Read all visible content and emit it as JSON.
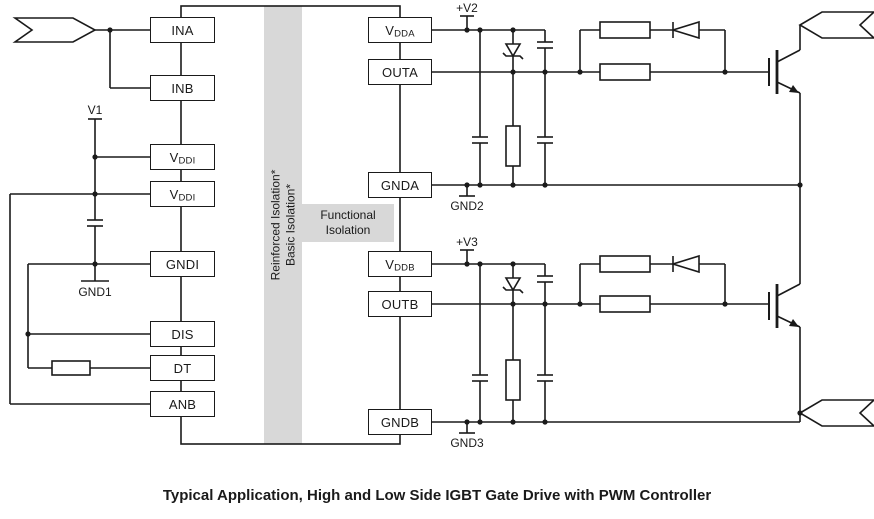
{
  "diagram": {
    "caption": "Typical Application, High and Low Side IGBT Gate Drive with PWM Controller",
    "isolation": {
      "line1": "Reinforced Isolation*",
      "line2": "Basic Isolation*"
    },
    "functional_isolation": {
      "line1": "Functional",
      "line2": "Isolation"
    },
    "left_pins": [
      {
        "id": "INA",
        "main": "INA",
        "sub": ""
      },
      {
        "id": "INB",
        "main": "INB",
        "sub": ""
      },
      {
        "id": "VDDI",
        "main": "V",
        "sub": "DDI"
      },
      {
        "id": "VDDI",
        "main": "V",
        "sub": "DDI"
      },
      {
        "id": "GNDI",
        "main": "GNDI",
        "sub": ""
      },
      {
        "id": "DIS",
        "main": "DIS",
        "sub": ""
      },
      {
        "id": "DT",
        "main": "DT",
        "sub": ""
      },
      {
        "id": "ANB",
        "main": "ANB",
        "sub": ""
      }
    ],
    "right_pins": [
      {
        "id": "VDDA",
        "main": "V",
        "sub": "DDA"
      },
      {
        "id": "OUTA",
        "main": "OUTA",
        "sub": ""
      },
      {
        "id": "GNDA",
        "main": "GNDA",
        "sub": ""
      },
      {
        "id": "VDDB",
        "main": "V",
        "sub": "DDB"
      },
      {
        "id": "OUTB",
        "main": "OUTB",
        "sub": ""
      },
      {
        "id": "GNDB",
        "main": "GNDB",
        "sub": ""
      }
    ],
    "labels": {
      "v1": "V1",
      "gnd1": "GND1",
      "plus_v2": "+V2",
      "gnd2": "GND2",
      "plus_v3": "+V3",
      "gnd3": "GND3"
    },
    "colors": {
      "line": "#1a1a1a",
      "isolation_fill": "#d8d8d8",
      "component_fill": "#ffffff",
      "background": "#ffffff"
    }
  }
}
